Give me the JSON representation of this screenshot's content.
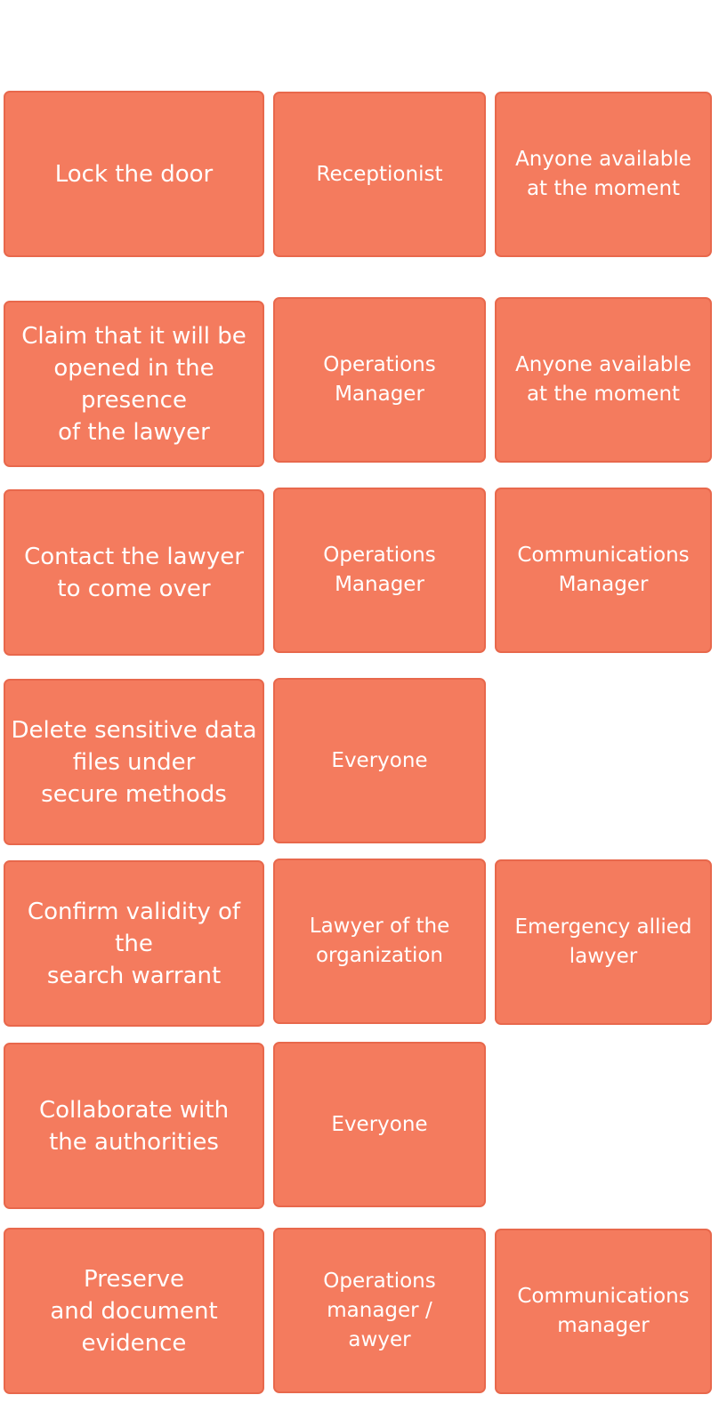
{
  "rows": [
    {
      "action": "Lock the door",
      "responsible": "Receptionist",
      "backup": "Anyone available\nat the moment"
    },
    {
      "action": "Claim that it will be\nopened in the presence\nof the lawyer",
      "responsible": "Operations\nManager",
      "backup": "Anyone available\nat the moment"
    },
    {
      "action": "Contact the lawyer\nto come over",
      "responsible": "Operations\nManager",
      "backup": "Communications\nManager"
    },
    {
      "action": "Delete sensitive data\nfiles under\nsecure methods",
      "responsible": "Everyone",
      "backup": ""
    },
    {
      "action": "Confirm validity of the\nsearch warrant",
      "responsible": "Lawyer of the\norganization",
      "backup": "Emergency allied\nlawyer"
    },
    {
      "action": "Collaborate with\nthe authorities",
      "responsible": "Everyone",
      "backup": ""
    },
    {
      "action": "Preserve\nand document\nevidence",
      "responsible": "Operations\nmanager /\nawyer",
      "backup": "Communications\nmanager"
    }
  ],
  "colors": {
    "card_fill": "#f47b5e",
    "card_border": "#e8684c",
    "text": "#ffffff"
  }
}
